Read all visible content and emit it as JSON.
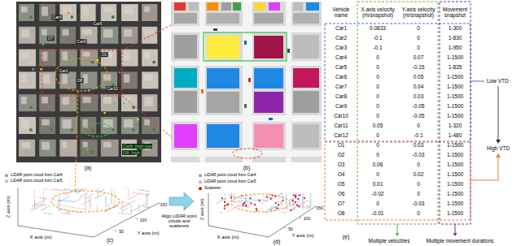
{
  "diagram": {
    "labels": [
      "Car4",
      "Car5",
      "O7",
      "Car9",
      "O1",
      "Car2",
      "O8",
      "Car10",
      "Car6: high-low",
      "O8: high",
      "(a)",
      "(b)",
      "Z axis (m)",
      "X axis (m)",
      "Y axis (m)",
      "150",
      "100",
      "50",
      "(c)",
      "Align LiDAR point clouds and scatterers",
      "Z axis (m)",
      "X axis (m)",
      "Y axis (m)",
      "150",
      "100",
      "50",
      "(d)",
      "Vehicle name",
      "X-axis velocity (m/snapshot)",
      "Y-axis velocity (m/snapshot)",
      "Movement snapshot",
      "Car1",
      "0.0833",
      "0",
      "1-300",
      "Car2",
      "-0.1",
      "0",
      "1-830",
      "Car3",
      "-0.1",
      "0",
      "1-950",
      "Car4",
      "0",
      "0.07",
      "1-1500",
      "Car5",
      "0",
      "-0.15",
      "1-835",
      "Car6",
      "0",
      "0.05",
      "1-1500",
      "Car7",
      "0",
      "0.04",
      "1-1500",
      "Car8",
      "0",
      "0.03",
      "1-1500",
      "Car9",
      "0",
      "-0.05",
      "1-1500",
      "Car10",
      "0",
      "-0.05",
      "1-1500",
      "Car11",
      "0.05",
      "0",
      "1-320",
      "Car12",
      "0",
      "-0.1",
      "1-480",
      "O1",
      "0",
      "0.03",
      "1-1500",
      "O2",
      "0",
      "-0.03",
      "1-1500",
      "O3",
      "0.06",
      "0",
      "1-1500",
      "O4",
      "0",
      "0.02",
      "1-1500",
      "O5",
      "0.01",
      "0",
      "1-1500",
      "O6",
      "-0.02",
      "0",
      "1-1500",
      "O7",
      "0",
      "-0.03",
      "1-1500",
      "O8",
      "-0.01",
      "0",
      "1-1500",
      "Low VTD",
      "High VTD",
      "Multiple velocities",
      "Multiple movement durations",
      "(e)"
    ],
    "legend": [
      {
        "text": "LiDAR point cloud from Car4",
        "color": "#6fa8dc"
      },
      {
        "text": "LiDAR point cloud from Car5",
        "color": "#e6a1a8"
      },
      {
        "text": "LiDAR point cloud from Car4",
        "color": "#6fa8dc"
      },
      {
        "text": "LiDAR point cloud from Car5",
        "color": "#e6a1a8"
      },
      {
        "text": "Scatterer",
        "color": "#e00000"
      }
    ]
  }
}
